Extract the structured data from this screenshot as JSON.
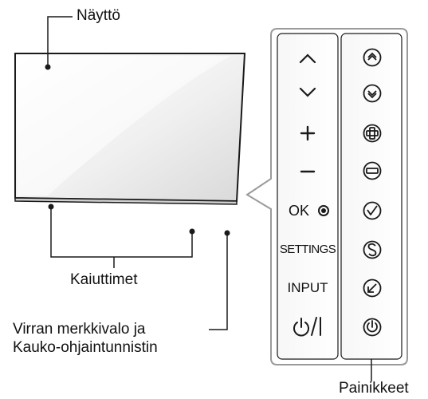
{
  "labels": {
    "screen": "Näyttö",
    "speakers": "Kaiuttimet",
    "indicator_line1": "Virran merkkivalo ja",
    "indicator_line2": "Kauko-ohjaintunnistin",
    "buttons": "Painikkeet"
  },
  "panel_buttons": [
    {
      "name": "up",
      "label": "^",
      "icon": "chevron-up-icon"
    },
    {
      "name": "down",
      "label": "v",
      "icon": "chevron-down-icon"
    },
    {
      "name": "plus",
      "label": "+",
      "icon": "plus-icon"
    },
    {
      "name": "minus",
      "label": "−",
      "icon": "minus-icon"
    },
    {
      "name": "ok",
      "label": "OK",
      "icon": "check-icon"
    },
    {
      "name": "settings",
      "label": "SETTINGS",
      "icon": "settings-s-icon"
    },
    {
      "name": "input",
      "label": "INPUT",
      "icon": "input-arrow-icon"
    },
    {
      "name": "power",
      "label": "⏻/|",
      "icon": "power-icon"
    }
  ],
  "colors": {
    "line": "#1a1a1a",
    "panel_border": "#9a9a9a",
    "screen_light": "#f4f4f4",
    "screen_dark": "#d6d6d6"
  }
}
